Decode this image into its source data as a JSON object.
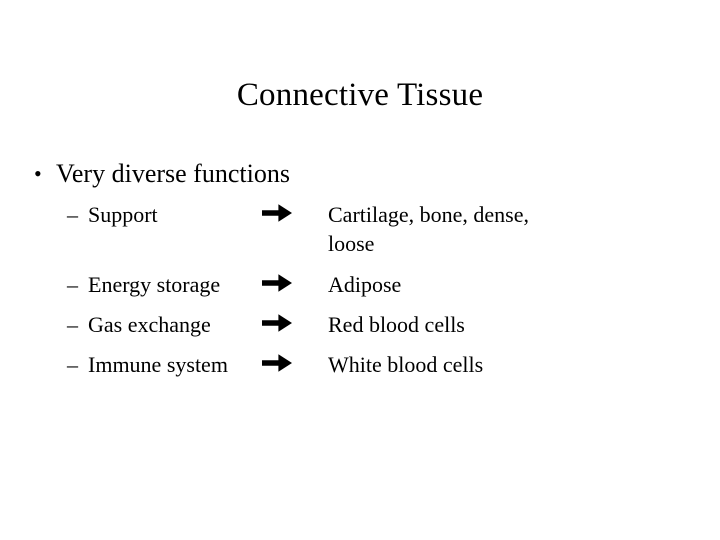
{
  "slide": {
    "title": "Connective Tissue",
    "background_color": "#ffffff",
    "text_color": "#000000",
    "bullet": {
      "marker": "•",
      "text": "Very diverse functions"
    },
    "sub_marker": "–",
    "arrow_icon": "heavy-right-arrow",
    "rows": [
      {
        "label": "Support",
        "arrow": "➔",
        "desc_line1": "Cartilage, bone, dense,",
        "desc_line2": "loose"
      },
      {
        "label": "Energy storage",
        "arrow": "➔",
        "desc_line1": "Adipose",
        "desc_line2": ""
      },
      {
        "label": "Gas exchange",
        "arrow": "➔",
        "desc_line1": "Red blood cells",
        "desc_line2": ""
      },
      {
        "label": "Immune system",
        "arrow": "➔",
        "desc_line1": "White blood cells",
        "desc_line2": ""
      }
    ]
  }
}
